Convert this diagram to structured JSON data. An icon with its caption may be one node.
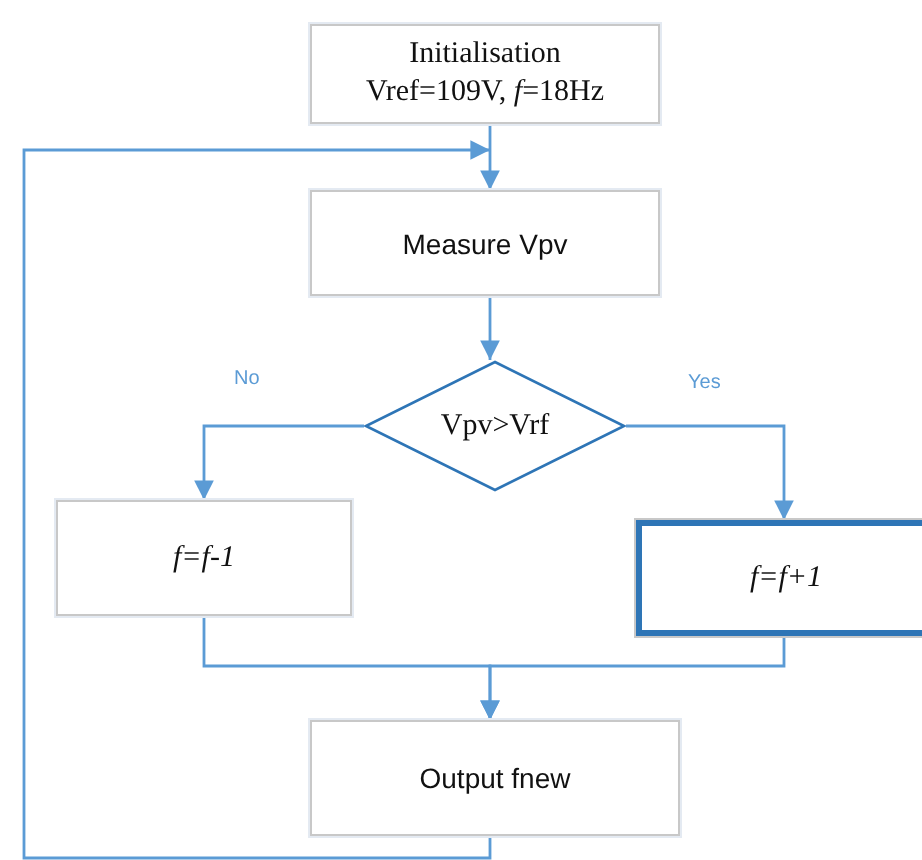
{
  "diagram": {
    "nodes": [
      {
        "text": [
          "Initialisation",
          "Vref=109V, *f*=18Hz"
        ]
      },
      {
        "text": [
          "Measure Vpv"
        ]
      },
      {
        "text": [
          "Vpv>Vrf"
        ]
      },
      {
        "text": [
          "f=f-1"
        ]
      },
      {
        "text": [
          "f=f+1"
        ]
      },
      {
        "text": [
          "Output fnew"
        ]
      }
    ],
    "edges": [
      {
        "from": 0,
        "to": 1,
        "arrow": "to"
      },
      {
        "from": 1,
        "to": 2,
        "arrow": "to"
      },
      {
        "from": 2,
        "to": 3,
        "arrow": "to",
        "label": "No"
      },
      {
        "from": 2,
        "to": 4,
        "arrow": "to",
        "label": "Yes"
      },
      {
        "from": 3,
        "to": 5,
        "arrow": "to"
      },
      {
        "from": 4,
        "to": 5,
        "arrow": "to"
      },
      {
        "from": 5,
        "to": 1,
        "arrow": "to"
      }
    ]
  }
}
